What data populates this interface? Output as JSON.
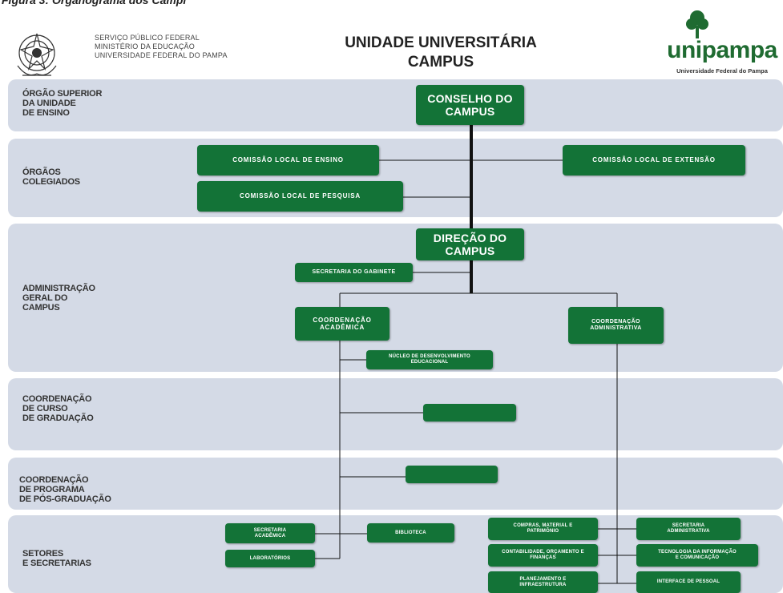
{
  "caption": "Figura 3: Organograma dos Campi",
  "header": {
    "gov_lines": [
      "SERVIÇO PÚBLICO FEDERAL",
      "MINISTÉRIO DA EDUCAÇÃO",
      "UNIVERSIDADE FEDERAL DO PAMPA"
    ],
    "title_line1": "UNIDADE UNIVERSITÁRIA",
    "title_line2": "CAMPUS",
    "logo_word": "unipampa",
    "logo_sub": "Universidade Federal do Pampa"
  },
  "bands": [
    {
      "label": "ÓRGÃO SUPERIOR\nDA UNIDADE\nDE ENSINO"
    },
    {
      "label": "ÓRGÃOS\nCOLEGIADOS"
    },
    {
      "label": "ADMINISTRAÇÃO\nGERAL DO\nCAMPUS"
    },
    {
      "label": "COORDENAÇÃO\nDE CURSO\nDE GRADUAÇÃO"
    },
    {
      "label": "COORDENAÇÃO\nDE PROGRAMA\nDE PÓS-GRADUAÇÃO"
    },
    {
      "label": "SETORES\nE SECRETARIAS"
    }
  ],
  "boxes": {
    "conselho": "CONSELHO DO\nCAMPUS",
    "comissao_ensino": "COMISSÃO LOCAL DE ENSINO",
    "comissao_extensao": "COMISSÃO LOCAL DE EXTENSÃO",
    "comissao_pesquisa": "COMISSÃO LOCAL DE PESQUISA",
    "direcao": "DIREÇÃO DO\nCAMPUS",
    "secretaria_gabinete": "SECRETARIA DO GABINETE",
    "coord_academica": "COORDENAÇÃO\nACADÊMICA",
    "coord_administrativa": "COORDENAÇÃO\nADMINISTRATIVA",
    "nucleo": "NÚCLEO DE DESENVOLVIMENTO\nEDUCACIONAL",
    "curso_graduacao": "",
    "programa_pos": "",
    "secretaria_academica": "SECRETARIA\nACADÊMICA",
    "laboratorios": "LABORATÓRIOS",
    "biblioteca": "BIBLIOTECA",
    "compras": "COMPRAS, MATERIAL E\nPATRIMÔNIO",
    "contabilidade": "CONTABILIDADE, ORÇAMENTO E\nFINANÇAS",
    "planejamento": "PLANEJAMENTO E\nINFRAESTRUTURA",
    "secretaria_administrativa": "SECRETARIA\nADMINISTRATIVA",
    "tecnologia": "TECNOLOGIA DA INFORMAÇÃO\nE COMUNICAÇÃO",
    "interface_pessoal": "INTERFACE DE PESSOAL"
  },
  "colors": {
    "box": "#137337",
    "band": "#d4dae6",
    "line": "#111111",
    "logo": "#1f6b31"
  }
}
